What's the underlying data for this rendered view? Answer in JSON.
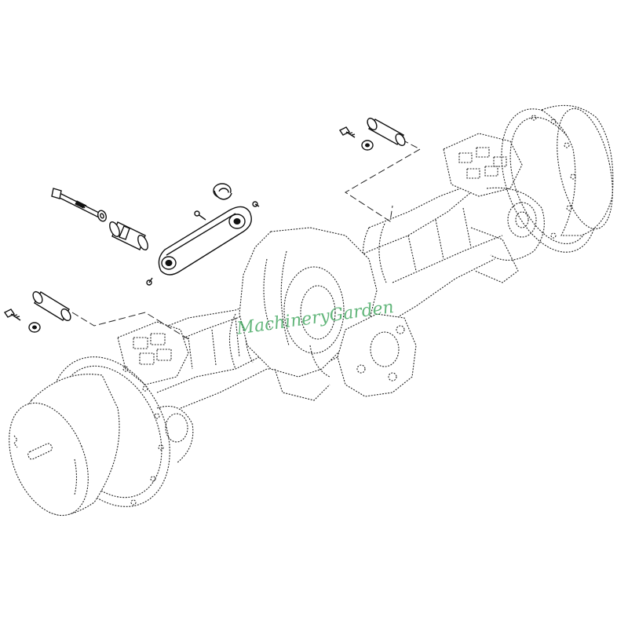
{
  "diagram": {
    "watermark": "MachineryGarden",
    "colors": {
      "background": "#ffffff",
      "line": "#222222",
      "watermark": "#2f9e4f"
    },
    "components": [
      "axle-housing",
      "left-wheel-hub",
      "right-wheel-hub",
      "center-differential",
      "link-arm",
      "link-bolt",
      "link-bushing",
      "grease-fitting",
      "pin-left",
      "pin-right",
      "bolt-left",
      "bolt-right",
      "washer-left",
      "washer-right",
      "bushing-cap"
    ]
  }
}
